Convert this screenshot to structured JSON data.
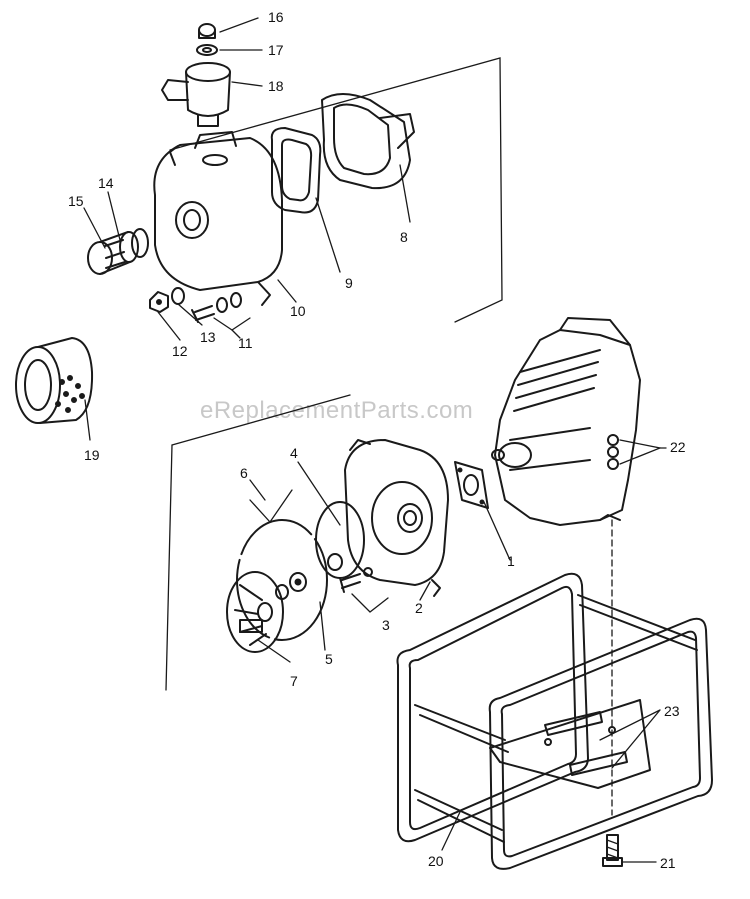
{
  "watermark": "eReplacementParts.com",
  "callouts": {
    "c1": "1",
    "c2": "2",
    "c3": "3",
    "c4": "4",
    "c5": "5",
    "c6": "6",
    "c7": "7",
    "c8": "8",
    "c9": "9",
    "c10": "10",
    "c11": "11",
    "c12": "12",
    "c13": "13",
    "c14": "14",
    "c15": "15",
    "c16": "16",
    "c17": "17",
    "c18": "18",
    "c19": "19",
    "c20": "20",
    "c21": "21",
    "c22": "22",
    "c23": "23"
  }
}
